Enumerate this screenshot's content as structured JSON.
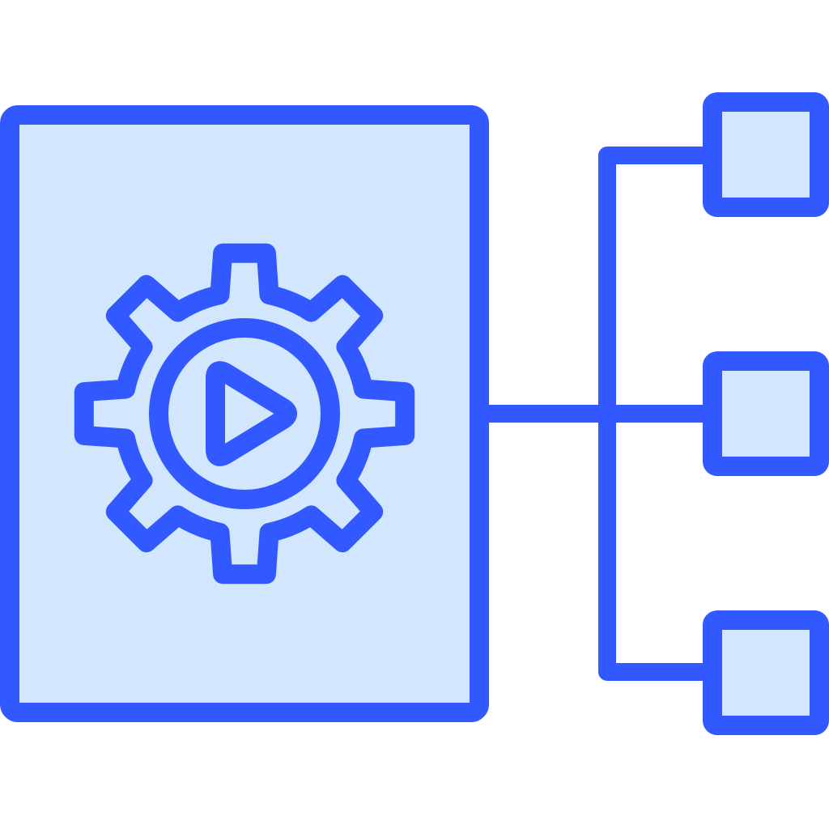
{
  "icon": {
    "name": "process-automation-flow-icon",
    "colors": {
      "stroke": "#3259FF",
      "fill": "#D2E6FD",
      "background": "#FFFFFF"
    },
    "parts": {
      "panel": "document-panel",
      "gear": "gear-icon",
      "play": "play-icon",
      "branches": [
        "output-box-top",
        "output-box-middle",
        "output-box-bottom"
      ]
    }
  }
}
